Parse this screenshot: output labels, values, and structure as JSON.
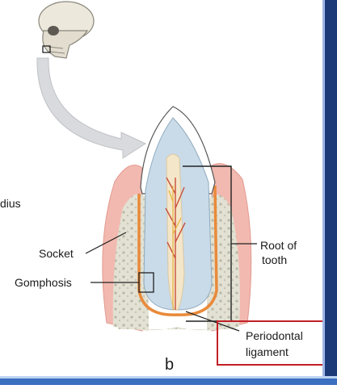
{
  "labels": {
    "partial_left": "dius",
    "socket": "Socket",
    "gomphosis": "Gomphosis",
    "root_line1": "Root of",
    "root_line2": "tooth",
    "periodontal_line1": "Periodontal",
    "periodontal_line2": "ligament",
    "panel_letter": "b"
  },
  "colors": {
    "gum": "#f2b9b0",
    "enamel": "#ffffff",
    "dentin": "#c9dbe8",
    "pulp": "#f4e6c9",
    "ligament": "#e98a3a",
    "bone": "#dcdccd",
    "highlight": "#c21f25",
    "rail": "#1c3a78"
  }
}
